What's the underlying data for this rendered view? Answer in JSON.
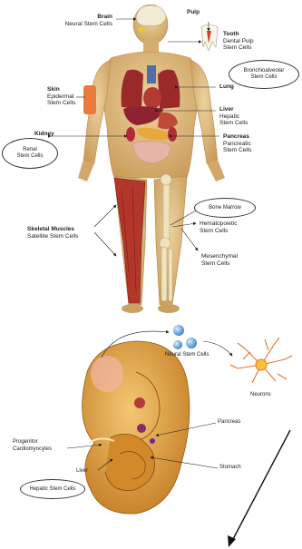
{
  "body_labels": {
    "brain": {
      "organ": "Brain",
      "cells": "Neural Stem Cells"
    },
    "pulp": {
      "organ": "Pulp"
    },
    "tooth": {
      "organ": "Tooth",
      "cells_1": "Dental Pulp",
      "cells_2": "Stem Cells"
    },
    "skin": {
      "organ": "Skin",
      "cells_1": "Epidermal",
      "cells_2": "Stem Cells"
    },
    "lung": {
      "organ": "Lung"
    },
    "liver": {
      "organ": "Liver",
      "cells_1": "Hepatic",
      "cells_2": "Stem Cells"
    },
    "kidney": {
      "organ": "Kidney"
    },
    "pancreas": {
      "organ": "Pancreas",
      "cells_1": "Pancreatic",
      "cells_2": "Stem Cells"
    },
    "skeletal_muscles": {
      "organ": "Skeletal Muscles",
      "cells": "Satellite Stem Cells"
    },
    "hematopoietic": {
      "cells_1": "Hematopoietic",
      "cells_2": "Stem Cells"
    },
    "mesenchymal": {
      "cells_1": "Mesenchymal",
      "cells_2": "Stem Cells"
    }
  },
  "bubbles": {
    "bronchioalveolar": {
      "line1": "Bronchioalveolar",
      "line2": "Stem Cells"
    },
    "renal": {
      "line1": "Renal",
      "line2": "Stem Cells"
    },
    "bone_marrow": {
      "line1": "Bone Marrow"
    },
    "hepatic_embryo": {
      "line1": "Hepatic Stem Cells"
    }
  },
  "embryo_labels": {
    "neural_stem_cells": "Neural Stem Cells",
    "neurons": "Neurons",
    "pancreas": "Pancreas",
    "progenitor_1": "Progenitor",
    "progenitor_2": "Cardiomyocytes",
    "liver": "Liver",
    "stomach": "Stomach"
  },
  "colors": {
    "skin": "#d9b57a",
    "muscle": "#b8352a",
    "organ_red": "#a8282a",
    "bone": "#efe3c0",
    "embryo": "#d79a3a",
    "neuron": "#e8742a",
    "stem_cell": "#4a90d9"
  }
}
